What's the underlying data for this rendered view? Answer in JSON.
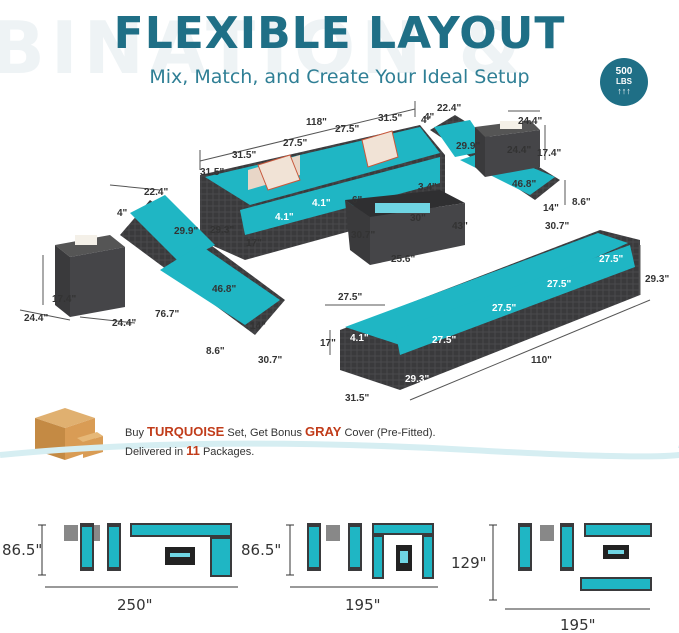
{
  "header": {
    "watermark": "BINATION &",
    "title": "FLEXIBLE LAYOUT",
    "subtitle": "Mix, Match, and Create Your Ideal Setup"
  },
  "badge": {
    "value": "500",
    "unit": "LBS"
  },
  "sectional": {
    "total_width": "118\"",
    "seg1": "31.5\"",
    "seg2": "27.5\"",
    "seg3": "27.5\"",
    "seg4": "31.5\"",
    "corner_depth": "31.5\"",
    "seat_width": "29.3\"",
    "height": "17\"",
    "arm": "4.1\"",
    "arm2": "4.1\"",
    "gap": "6\"",
    "top": "4\""
  },
  "firepit": {
    "width": "30\"",
    "length": "43\"",
    "depth": "30.7\"",
    "height": "25.6\"",
    "inner": "3.4\""
  },
  "lounger_right": {
    "width": "22.4\"",
    "back": "29.9\"",
    "length": "46.8\"",
    "height": "14\"",
    "leg": "8.6\"",
    "depth": "30.7\"",
    "arm": "4\""
  },
  "side_table_right": {
    "width": "24.4\"",
    "depth": "24.4\"",
    "height": "17.4\""
  },
  "lounger_left": {
    "width": "22.4\"",
    "back": "29.9\"",
    "length": "46.8\"",
    "full": "76.7\"",
    "height": "14\"",
    "leg": "8.6\"",
    "depth": "30.7\"",
    "arm": "4\""
  },
  "side_table_left": {
    "height": "17.4\"",
    "width": "24.4\"",
    "depth": "24.4\""
  },
  "long_sofa": {
    "length": "110\"",
    "depth": "31.5\"",
    "seat_depth": "29.3\"",
    "seat_depth2": "29.3\"",
    "height": "17\"",
    "arm": "4.1\"",
    "s1": "27.5\"",
    "s2": "27.5\"",
    "s3": "27.5\"",
    "s4": "27.5\"",
    "s5": "27.5\""
  },
  "promo": {
    "pre": "Buy ",
    "set": "TURQUOISE",
    "mid": " Set, Get Bonus ",
    "cover": "GRAY",
    "post": " Cover (Pre-Fitted).",
    "delivered_pre": "Delivered in ",
    "packages_num": "11",
    "delivered_post": " Packages."
  },
  "layouts": [
    {
      "height": "86.5\"",
      "width": "250\""
    },
    {
      "height": "86.5\"",
      "width": "195\""
    },
    {
      "height": "129\"",
      "width": "195\""
    }
  ],
  "colors": {
    "turquoise": "#1fb6c4",
    "wicker": "#3a3a3c",
    "title": "#1f6f86",
    "accent": "#c13c1a"
  }
}
